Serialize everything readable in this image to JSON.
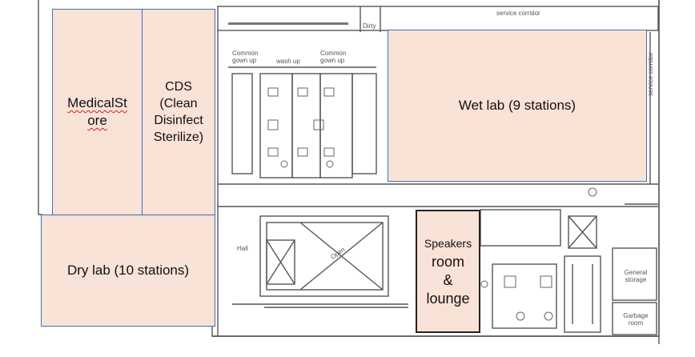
{
  "rooms": {
    "medical_store": {
      "line1": "MedicalSt",
      "line2": "ore"
    },
    "cds": {
      "line1": "CDS",
      "line2": "(Clean",
      "line3": "Disinfect",
      "line4": "Sterilize)"
    },
    "wet_lab": {
      "label": "Wet lab (9 stations)"
    },
    "dry_lab": {
      "label": "Dry lab (10 stations)"
    },
    "speakers": {
      "line1": "Speakers",
      "line2": "room",
      "line3": "&",
      "line4": "lounge"
    }
  },
  "plan_labels": {
    "dirty": "Dirty",
    "service_corridor_top": "service corridor",
    "service_corridor_side": "service corridor",
    "common_gown_up_left": "Common gown up",
    "wash_up": "wash up",
    "common_gown_up_right": "Common gown up",
    "hall": "Hall",
    "open": "Open",
    "general_storage": "General storage",
    "garbage_room": "Garbage room"
  },
  "colors": {
    "room_fill": "#f9e2d6",
    "room_border": "#3f6fb5",
    "speakers_border": "#222222",
    "plan_line": "#555555"
  }
}
